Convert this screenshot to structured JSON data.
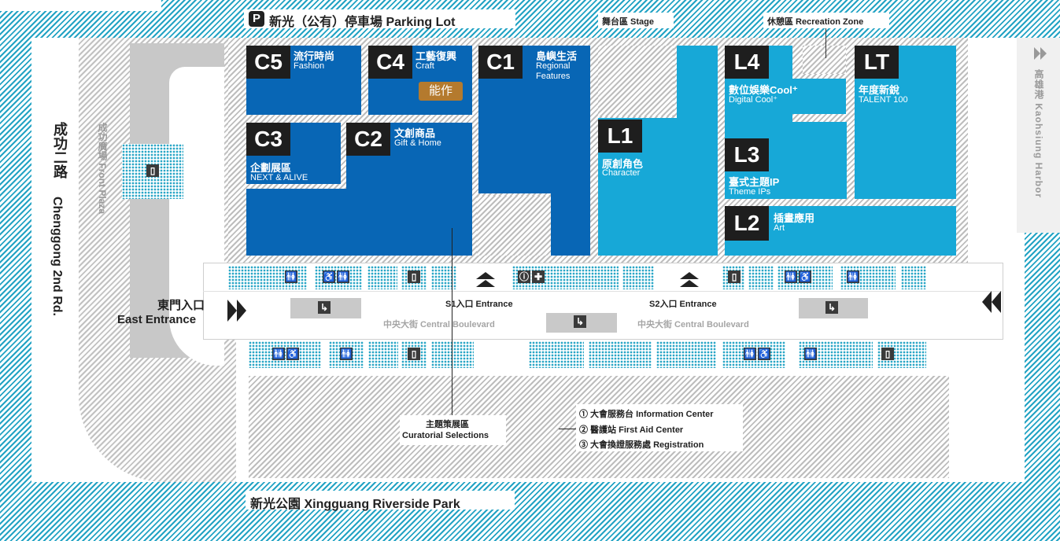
{
  "top_labels": {
    "parking": "新光（公有）停車場 Parking Lot",
    "parking_icon": "P",
    "stage": "舞台區 Stage",
    "recreation": "休憩區 Recreation Zone"
  },
  "side_labels": {
    "road_zh": "成功二路",
    "road_en": "Chenggong 2nd Rd.",
    "plaza": "成功廣場 Front Plaza",
    "harbor": "高雄港 Kaohsiung Harbor",
    "park": "新光公園 Xingguang Riverside Park"
  },
  "halls": [
    {
      "code": "C5",
      "zh": "流行時尚",
      "en": "Fashion"
    },
    {
      "code": "C4",
      "zh": "工藝復興",
      "en": "Craft",
      "badge": "能作"
    },
    {
      "code": "C1",
      "zh": "島嶼生活",
      "en": "Regional\nFeatures"
    },
    {
      "code": "C3",
      "zh": "企劃展區",
      "en": "NEXT & ALIVE"
    },
    {
      "code": "C2",
      "zh": "文創商品",
      "en": "Gift & Home"
    },
    {
      "code": "L1",
      "zh": "原創角色",
      "en": "Character"
    },
    {
      "code": "L4",
      "zh": "數位娛樂Cool⁺",
      "en": "Digital Cool⁺"
    },
    {
      "code": "L3",
      "zh": "臺式主題IP",
      "en": "Theme IPs"
    },
    {
      "code": "L2",
      "zh": "插畫應用",
      "en": "Art"
    },
    {
      "code": "LT",
      "zh": "年度新銳",
      "en": "TALENT 100"
    }
  ],
  "entrances": {
    "east_zh": "東門入口",
    "east_en": "East Entrance",
    "s1": "S1入口 Entrance",
    "s2": "S2入口 Entrance",
    "boulevard_1": "中央大街 Central Boulevard",
    "boulevard_2": "中央大街 Central Boulevard"
  },
  "curatorial": {
    "zh": "主題策展區",
    "en": "Curatorial Selections"
  },
  "services": [
    "① 大會服務台 Information Center",
    "② 醫護站 First Aid Center",
    "③ 大會換證服務處 Registration"
  ],
  "facility_icons": {
    "restroom": "🚻",
    "accessible": "♿",
    "lift": "▯",
    "info": "ⓘ",
    "exit": "⏏",
    "firstaid": "✚",
    "route": "↳"
  },
  "colors": {
    "hall_dark": "#0866b5",
    "hall_light": "#17a8d7",
    "hatch": "#22a3c4",
    "code_bg": "#1e1e1e"
  }
}
